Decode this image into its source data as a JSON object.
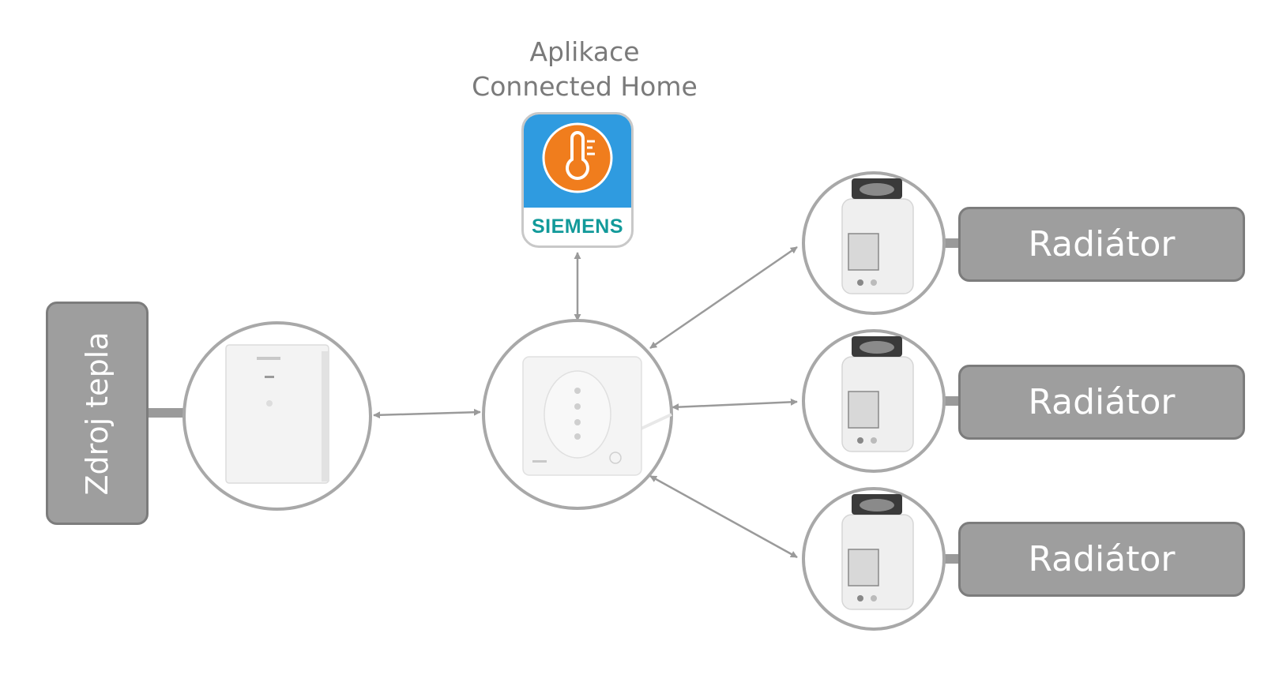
{
  "app": {
    "title_line1": "Aplikace",
    "title_line2": "Connected Home",
    "brand": "SIEMENS",
    "icon": "thermometer-icon",
    "colors": {
      "top": "#2f9be0",
      "circle": "#f07d1d",
      "brand": "#129a9a"
    }
  },
  "heat_source": {
    "label": "Zdroj tepla"
  },
  "radiators": [
    {
      "label": "Radiátor"
    },
    {
      "label": "Radiátor"
    },
    {
      "label": "Radiátor"
    }
  ],
  "colors": {
    "label_fill": "#9e9e9e",
    "label_border": "#7c7c7c",
    "line": "#9a9a9a",
    "circle_border": "#a8a8a8"
  }
}
